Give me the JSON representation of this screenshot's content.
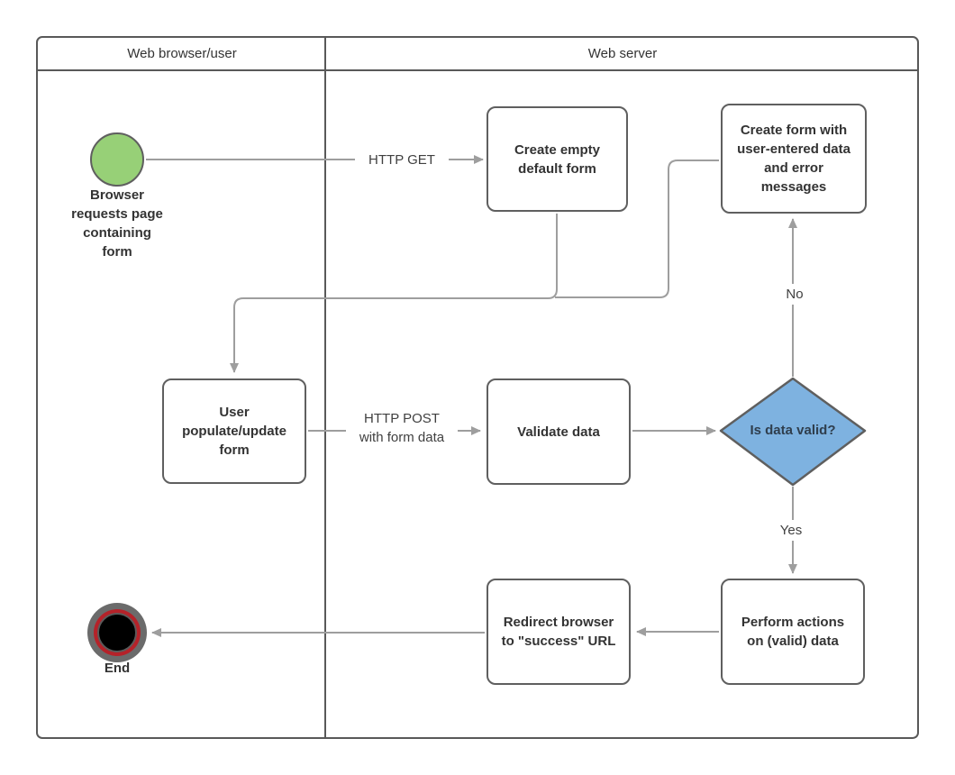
{
  "lanes": {
    "left": "Web browser/user",
    "right": "Web server"
  },
  "nodes": {
    "start_label": "Browser requests page containing form",
    "create_empty": "Create empty default form",
    "create_form_errors": "Create form with user-entered data and error messages",
    "user_populate": "User populate/update form",
    "validate": "Validate data",
    "decision": "Is data valid?",
    "perform_actions": "Perform actions on (valid) data",
    "redirect": "Redirect browser to \"success\" URL",
    "end_label": "End"
  },
  "edge_labels": {
    "http_get": "HTTP GET",
    "http_post_line1": "HTTP POST",
    "http_post_line2": "with form data",
    "no": "No",
    "yes": "Yes"
  },
  "colors": {
    "start_fill": "#97D077",
    "decision_fill": "#7EB2E0",
    "end_ring_gray": "#6B6B6B",
    "end_ring_red": "#B52229",
    "end_center": "#000000",
    "node_border": "#5F5F5F",
    "pool_border": "#595959",
    "edge_stroke": "#9E9E9E",
    "text": "#333333"
  }
}
